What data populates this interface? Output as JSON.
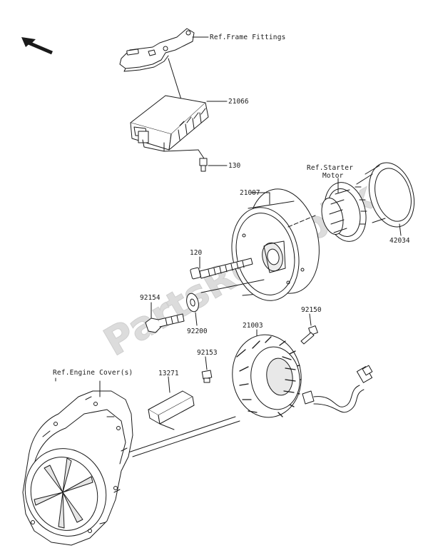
{
  "watermark": "PartsRepublik",
  "labels": {
    "ref_frame_fittings": "Ref.Frame Fittings",
    "p21066": "21066",
    "p130": "130",
    "ref_starter_motor_1": "Ref.Starter",
    "ref_starter_motor_2": "Motor",
    "p21007": "21007",
    "p42034": "42034",
    "p120": "120",
    "p92154": "92154",
    "p92200": "92200",
    "p92150": "92150",
    "p21003": "21003",
    "p92153": "92153",
    "ref_engine_cover": "Ref.Engine Cover(s)",
    "p13271": "13271"
  },
  "colors": {
    "line": "#1a1a1a",
    "watermark": "#d6d6d6",
    "part_fill": "#ffffff",
    "shade": "#e4e4e4"
  },
  "icons": {
    "direction": "front-direction-arrow-icon"
  }
}
